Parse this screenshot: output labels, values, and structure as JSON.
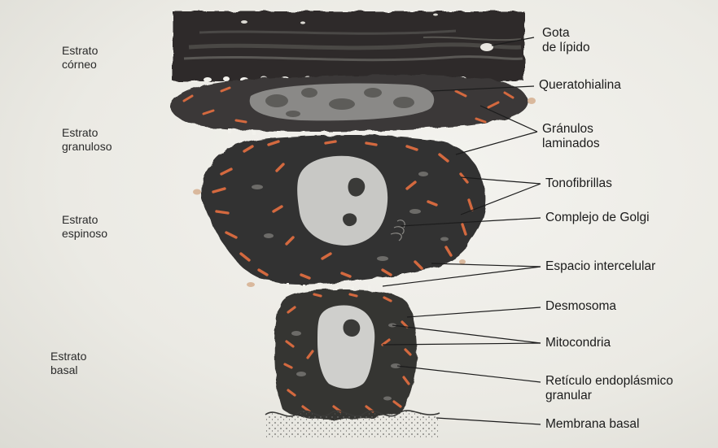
{
  "strata": [
    {
      "id": "corneo",
      "lines": [
        "Estrato",
        "córneo"
      ]
    },
    {
      "id": "granuloso",
      "lines": [
        "Estrato",
        "granuloso"
      ]
    },
    {
      "id": "espinoso",
      "lines": [
        "Estrato",
        "espinoso"
      ]
    },
    {
      "id": "basal",
      "lines": [
        "Estrato",
        "basal"
      ]
    }
  ],
  "callouts": [
    {
      "id": "gota-lipido",
      "lines": [
        "Gota",
        "de lípido"
      ]
    },
    {
      "id": "queratohialina",
      "lines": [
        "Queratohialina"
      ]
    },
    {
      "id": "granulos-laminados",
      "lines": [
        "Gránulos",
        "laminados"
      ]
    },
    {
      "id": "tonofibrillas",
      "lines": [
        "Tonofibrillas"
      ]
    },
    {
      "id": "complejo-golgi",
      "lines": [
        "Complejo de Golgi"
      ]
    },
    {
      "id": "espacio-intercelular",
      "lines": [
        "Espacio intercelular"
      ]
    },
    {
      "id": "desmosoma",
      "lines": [
        "Desmosoma"
      ]
    },
    {
      "id": "mitocondria",
      "lines": [
        "Mitocondria"
      ]
    },
    {
      "id": "reticulo",
      "lines": [
        "Retículo endoplásmico",
        "granular"
      ]
    },
    {
      "id": "membrana-basal",
      "lines": [
        "Membrana basal"
      ]
    }
  ],
  "colors": {
    "cell_body": "#3e3e3e",
    "cell_dark": "#262626",
    "keratin": "#2e2c2a",
    "nucleus": "#c9c9c6",
    "granule": "#8a8a86",
    "orange_fibril": "#d4693f",
    "leader_line": "#1c1c1c",
    "background": "#ecebe6"
  }
}
